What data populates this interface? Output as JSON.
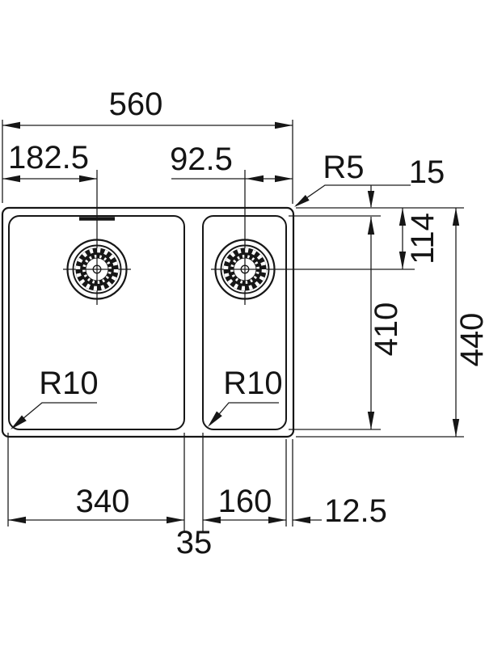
{
  "drawing": {
    "title": "Inset/undermount sink - dimensioned top view",
    "units": "mm",
    "line_color": "#161616",
    "background": "#ffffff",
    "dimensions": {
      "overall_width": "560",
      "left_drain_offset": "182.5",
      "right_drain_offset": "92.5",
      "outer_corner_radius": "R5",
      "rim_width": "15",
      "drain_center_from_top": "114",
      "bowl_length": "410",
      "overall_depth": "440",
      "left_bowl_corner_radius": "R10",
      "right_bowl_corner_radius": "R10",
      "left_bowl_width": "340",
      "right_bowl_width": "160",
      "bowl_divider": "35",
      "edge_margin": "12.5"
    }
  }
}
